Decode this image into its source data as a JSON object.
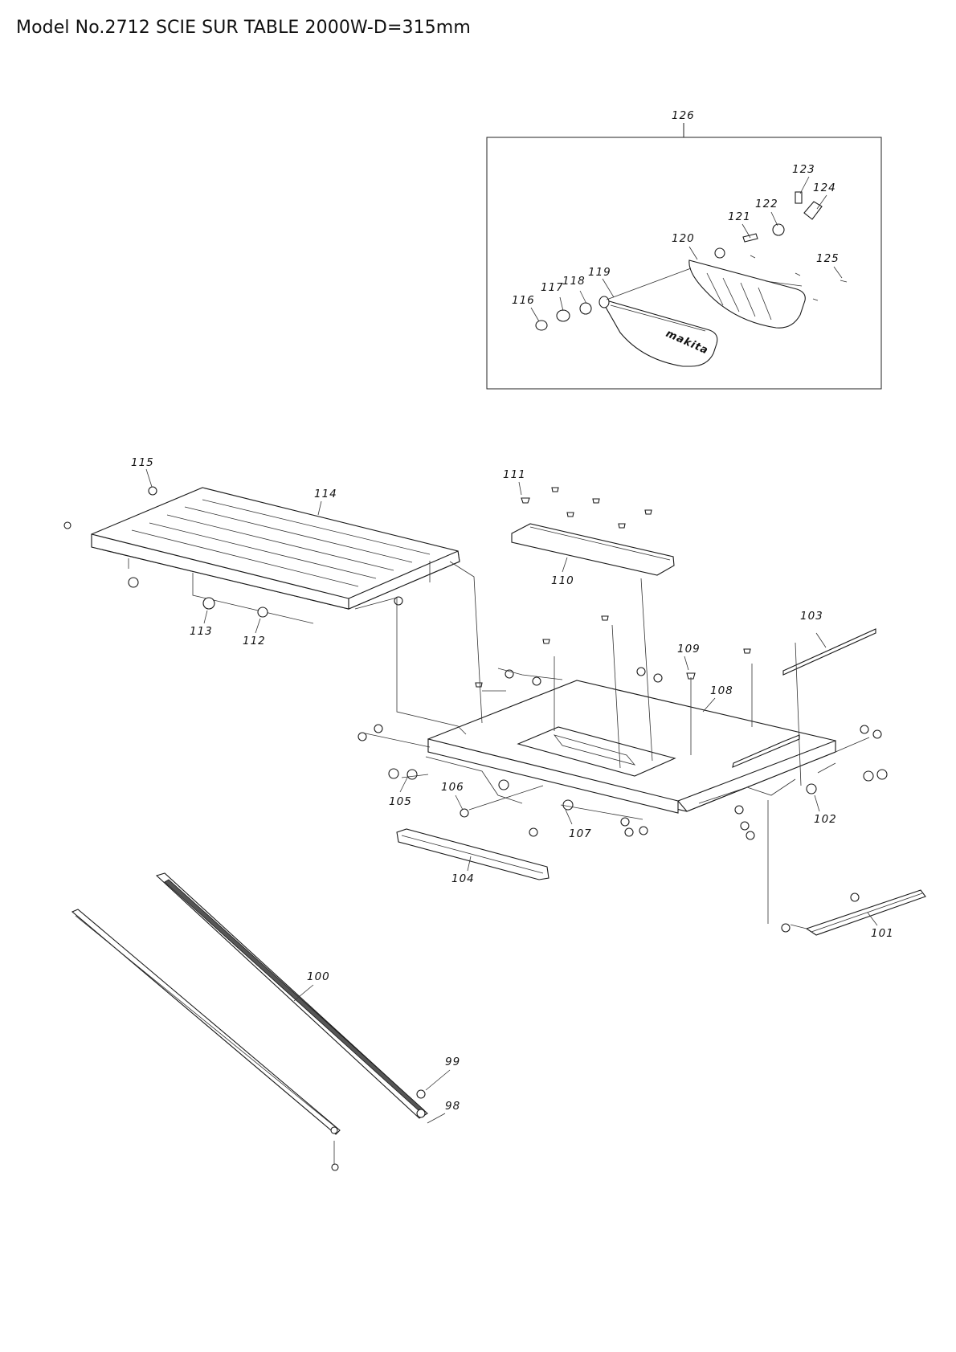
{
  "page": {
    "title": "Model No.2712 SCIE SUR TABLE 2000W-D=315mm"
  },
  "parts": [
    {
      "id": "p126",
      "number": "126"
    },
    {
      "id": "p123",
      "number": "123"
    },
    {
      "id": "p124",
      "number": "124"
    },
    {
      "id": "p122",
      "number": "122"
    },
    {
      "id": "p121",
      "number": "121"
    },
    {
      "id": "p120",
      "number": "120"
    },
    {
      "id": "p125",
      "number": "125"
    },
    {
      "id": "p119",
      "number": "119"
    },
    {
      "id": "p118",
      "number": "118"
    },
    {
      "id": "p117",
      "number": "117"
    },
    {
      "id": "p116",
      "number": "116"
    },
    {
      "id": "p115",
      "number": "115"
    },
    {
      "id": "p114",
      "number": "114"
    },
    {
      "id": "p111",
      "number": "111"
    },
    {
      "id": "p110",
      "number": "110"
    },
    {
      "id": "p113",
      "number": "113"
    },
    {
      "id": "p112",
      "number": "112"
    },
    {
      "id": "p103",
      "number": "103"
    },
    {
      "id": "p109",
      "number": "109"
    },
    {
      "id": "p108",
      "number": "108"
    },
    {
      "id": "p105",
      "number": "105"
    },
    {
      "id": "p106",
      "number": "106"
    },
    {
      "id": "p107",
      "number": "107"
    },
    {
      "id": "p102",
      "number": "102"
    },
    {
      "id": "p104",
      "number": "104"
    },
    {
      "id": "p101",
      "number": "101"
    },
    {
      "id": "p100",
      "number": "100"
    },
    {
      "id": "p99",
      "number": "99"
    },
    {
      "id": "p98",
      "number": "98"
    }
  ],
  "brand_mark": "makita"
}
